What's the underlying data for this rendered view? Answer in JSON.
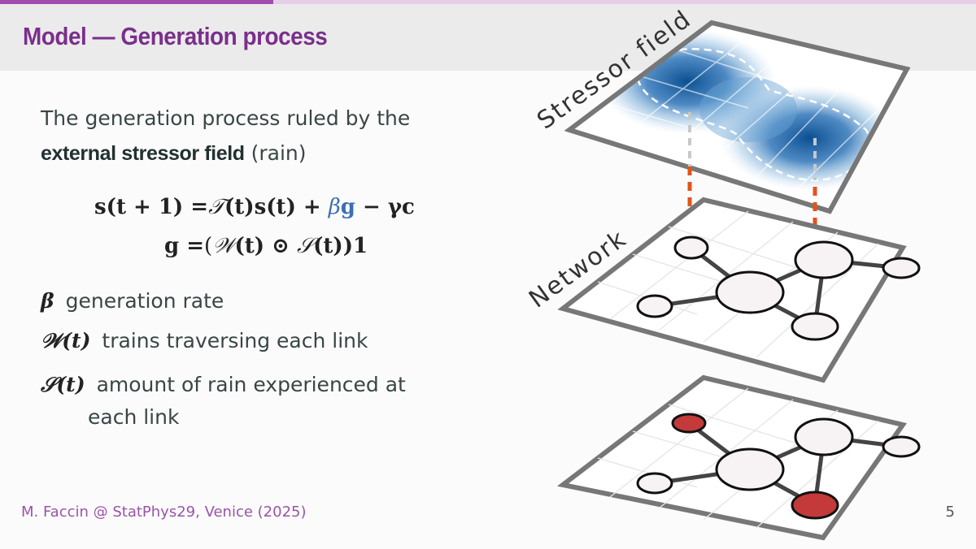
{
  "progress": {
    "fraction": 0.28
  },
  "title": "Model — Generation process",
  "intro": {
    "line1": "The generation process ruled by the",
    "bold": "external stressor field",
    "rest": " (rain)"
  },
  "equations": {
    "eq1": {
      "lhs": "s(t + 1) =",
      "T": "𝒯",
      "mid": "(t)s(t) + ",
      "beta": "β",
      "g": "g",
      "tail": " − γc"
    },
    "eq2": {
      "lhs": "g =",
      "open": "(",
      "W": "𝒲",
      "mid": "(t) ⊙ ",
      "S": "𝒮",
      "tail": "(t))1"
    }
  },
  "definitions": [
    {
      "symbol": "β",
      "text": "generation rate"
    },
    {
      "symbol": "𝒲(t)",
      "text": "trains traversing each link"
    },
    {
      "symbol": "𝒮(t)",
      "text": "amount of rain experienced at",
      "cont": "each link"
    }
  ],
  "layers": {
    "top_label": "Stressor field",
    "middle_label": "Network"
  },
  "colors": {
    "accent": "#7a2f8c",
    "field_blue": "#0b4f91",
    "link_orange": "#e2531c",
    "node_red": "#c43a3a",
    "node_fill": "#f7f2f4"
  },
  "footer": {
    "credit": "M. Faccin @ StatPhys29, Venice (2025)",
    "page": "5"
  }
}
